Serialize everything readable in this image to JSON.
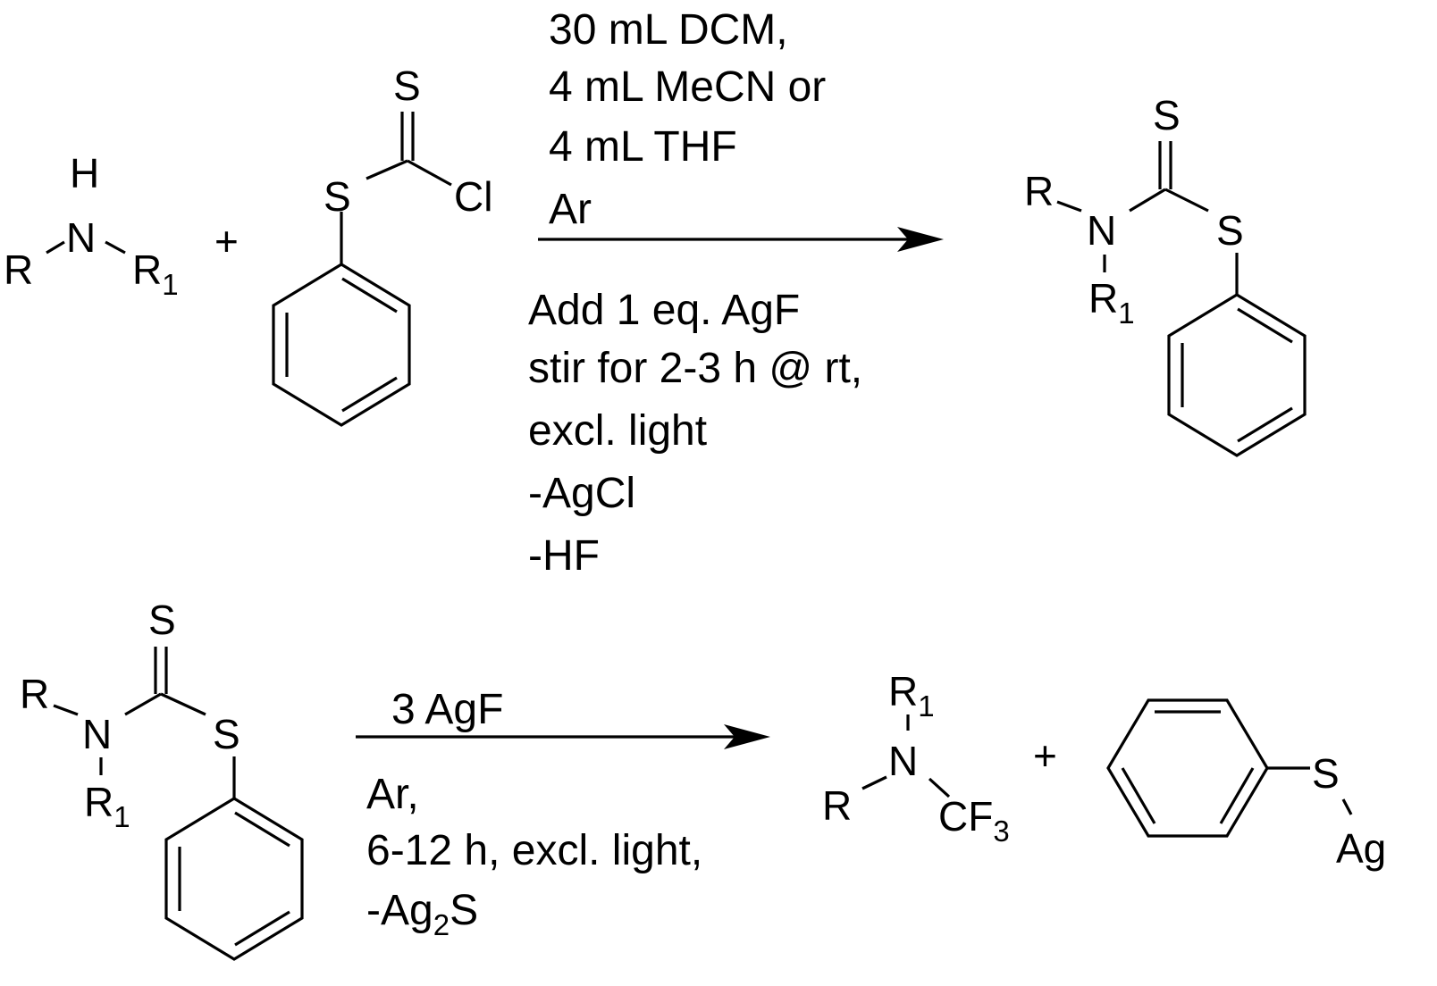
{
  "scheme": {
    "atoms": {
      "R": "R",
      "R1_main": "R",
      "R1_sub": "1",
      "H": "H",
      "N": "N",
      "S": "S",
      "Cl": "Cl",
      "CF3_main": "CF",
      "CF3_sub": "3",
      "Ag": "Ag",
      "plus": "+"
    },
    "step1": {
      "conditions_above": [
        "30 mL DCM,",
        "4 mL MeCN or",
        "4 mL THF",
        "Ar"
      ],
      "conditions_below": [
        "Add 1 eq. AgF",
        "stir  for 2-3 h @ rt,",
        "excl. light",
        "-AgCl",
        "-HF"
      ]
    },
    "step2": {
      "conditions_above": [
        "3 AgF"
      ],
      "conditions_below_1": "Ar,",
      "conditions_below_2": "6-12 h, excl. light,",
      "byproduct_main": "-Ag",
      "byproduct_sub": "2",
      "byproduct_tail": "S"
    }
  }
}
